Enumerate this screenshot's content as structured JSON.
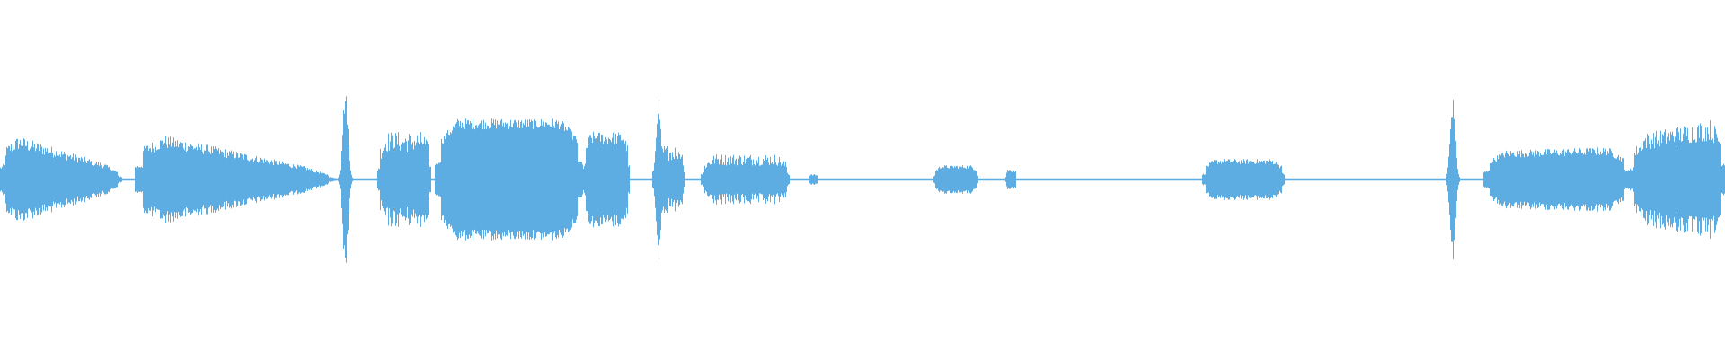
{
  "waveform": {
    "color": "#5dade2",
    "background": "#ffffff",
    "segments": [
      {
        "kind": "sound",
        "start": 0.0,
        "end": 0.071,
        "amp_start": 0.46,
        "amp_end": 0.1,
        "jitter": 0.2
      },
      {
        "kind": "sound",
        "start": 0.078,
        "end": 0.195,
        "amp_start": 0.48,
        "amp_end": 0.06,
        "jitter": 0.18
      },
      {
        "kind": "spike",
        "start": 0.194,
        "end": 0.206,
        "amp": 1.0
      },
      {
        "kind": "sound",
        "start": 0.219,
        "end": 0.25,
        "amp": 0.42,
        "jitter": 0.28
      },
      {
        "kind": "sound",
        "start": 0.252,
        "end": 0.338,
        "amp": 0.62,
        "jitter": 0.1
      },
      {
        "kind": "sound",
        "start": 0.338,
        "end": 0.365,
        "amp": 0.46,
        "jitter": 0.16
      },
      {
        "kind": "spike",
        "start": 0.376,
        "end": 0.387,
        "amp": 0.95
      },
      {
        "kind": "sound",
        "start": 0.378,
        "end": 0.397,
        "amp": 0.3,
        "jitter": 0.3
      },
      {
        "kind": "sound",
        "start": 0.406,
        "end": 0.458,
        "amp": 0.22,
        "jitter": 0.3
      },
      {
        "kind": "sound",
        "start": 0.468,
        "end": 0.474,
        "amp": 0.05,
        "jitter": 0.2
      },
      {
        "kind": "sound",
        "start": 0.541,
        "end": 0.567,
        "amp": 0.14,
        "jitter": 0.15
      },
      {
        "kind": "sound",
        "start": 0.583,
        "end": 0.589,
        "amp": 0.1,
        "jitter": 0.2
      },
      {
        "kind": "sound",
        "start": 0.697,
        "end": 0.745,
        "amp": 0.2,
        "jitter": 0.15
      },
      {
        "kind": "spike",
        "start": 0.836,
        "end": 0.848,
        "amp": 0.92
      },
      {
        "kind": "sound",
        "start": 0.86,
        "end": 0.945,
        "amp_start": 0.28,
        "amp_end": 0.32,
        "jitter": 0.15
      },
      {
        "kind": "sound",
        "start": 0.945,
        "end": 1.0,
        "amp_start": 0.4,
        "amp_end": 0.58,
        "jitter": 0.22
      }
    ],
    "noise_floor": 0.012
  }
}
